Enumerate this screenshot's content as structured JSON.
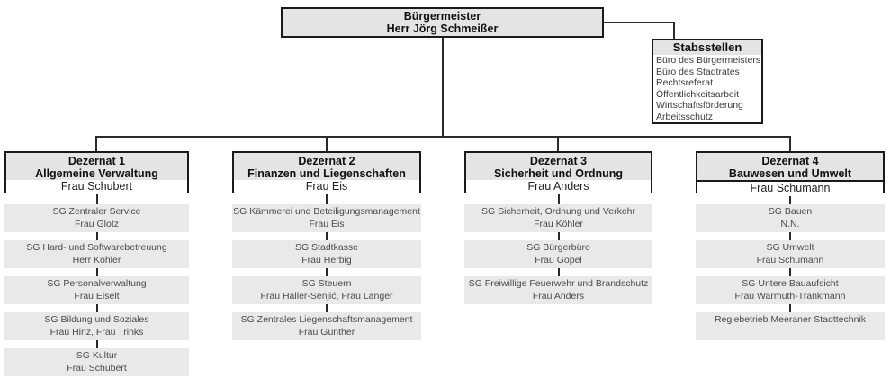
{
  "colors": {
    "box_fill": "#e4e4e4",
    "unit_fill": "#e9e9e9",
    "border": "#1a1a1a",
    "unit_text": "#4b4b4b"
  },
  "root": {
    "title": "Bürgermeister",
    "name": "Herr Jörg Schmeißer"
  },
  "stabsstellen": {
    "title": "Stabsstellen",
    "items": [
      "Büro des Bürgermeisters",
      "Büro des Stadtrates",
      "Rechtsreferat",
      "Öffentlichkeitsarbeit",
      "Wirtschaftsförderung",
      "Arbeitsschutz"
    ]
  },
  "departments": [
    {
      "title_line1": "Dezernat 1",
      "title_line2": "Allgemeine Verwaltung",
      "head": "Frau Schubert",
      "units": [
        {
          "name": "SG Zentraler Service",
          "person": "Frau Glotz"
        },
        {
          "name": "SG Hard- und Softwarebetreuung",
          "person": "Herr Köhler"
        },
        {
          "name": "SG Personalverwaltung",
          "person": "Frau Eiselt"
        },
        {
          "name": "SG Bildung und Soziales",
          "person": "Frau Hinz, Frau Trinks"
        },
        {
          "name": "SG Kultur",
          "person": "Frau Schubert"
        }
      ]
    },
    {
      "title_line1": "Dezernat 2",
      "title_line2": "Finanzen und Liegenschaften",
      "head": "Frau Eis",
      "units": [
        {
          "name": "SG Kämmerei und Beteiligungsmanagement",
          "person": "Frau Eis"
        },
        {
          "name": "SG Stadtkasse",
          "person": "Frau Herbig"
        },
        {
          "name": "SG Steuern",
          "person": "Frau Haller-Senjić, Frau Langer"
        },
        {
          "name": "SG Zentrales Liegenschaftsmanagement",
          "person": "Frau Günther"
        }
      ]
    },
    {
      "title_line1": "Dezernat 3",
      "title_line2": "Sicherheit und Ordnung",
      "head": "Frau Anders",
      "units": [
        {
          "name": "SG Sicherheit, Ordnung und Verkehr",
          "person": "Frau Köhler"
        },
        {
          "name": "SG Bürgerbüro",
          "person": "Frau Göpel"
        },
        {
          "name": "SG Freiwillige Feuerwehr und Brandschutz",
          "person": "Frau Anders"
        }
      ]
    },
    {
      "title_line1": "Dezernat 4",
      "title_line2": "Bauwesen und Umwelt",
      "head": "Frau Schumann",
      "units": [
        {
          "name": "SG Bauen",
          "person": "N.N."
        },
        {
          "name": "SG Umwelt",
          "person": "Frau Schumann"
        },
        {
          "name": "SG Untere Bauaufsicht",
          "person": "Frau Warmuth-Tränkmann"
        },
        {
          "name": "Regiebetrieb Meeraner Stadttechnik",
          "person": ""
        }
      ]
    }
  ]
}
